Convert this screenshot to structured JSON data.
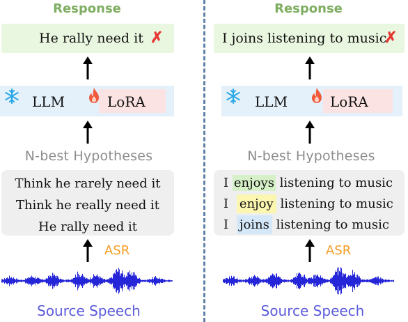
{
  "left": {
    "response_title": "Response",
    "response_text": "He rally need it",
    "response_mark": "✗",
    "llm_label": "LLM",
    "lora_label": "LoRA",
    "nbest_title": "N-best Hypotheses",
    "hypotheses": [
      "Think he rarely need it",
      "Think he really need it",
      "He rally need it"
    ],
    "asr_label": "ASR",
    "source_title": "Source Speech"
  },
  "right": {
    "response_title": "Response",
    "response_text": "I joins listening to music",
    "response_mark": "✗",
    "llm_label": "LLM",
    "lora_label": "LoRA",
    "nbest_title": "N-best Hypotheses",
    "hypotheses": [
      {
        "pre": "I",
        "word": "enjoys",
        "post": "listening to music",
        "highlight": "#d6f0c8"
      },
      {
        "pre": "I",
        "word": "enjoy",
        "post": "listening to music",
        "highlight": "#fbf6b0"
      },
      {
        "pre": "I",
        "word": "joins",
        "post": "listening to music",
        "highlight": "#d5e8f9"
      }
    ],
    "asr_label": "ASR",
    "source_title": "Source Speech"
  },
  "icons": {
    "frozen": "snowflake-icon",
    "trainable": "fire-icon",
    "wrong": "cross-icon"
  },
  "colors": {
    "response_green": "#7fae62",
    "asr_orange": "#f59b23",
    "source_blue": "#5b5bd9",
    "wave_blue": "#2626d9",
    "cross_red": "#e53935"
  }
}
